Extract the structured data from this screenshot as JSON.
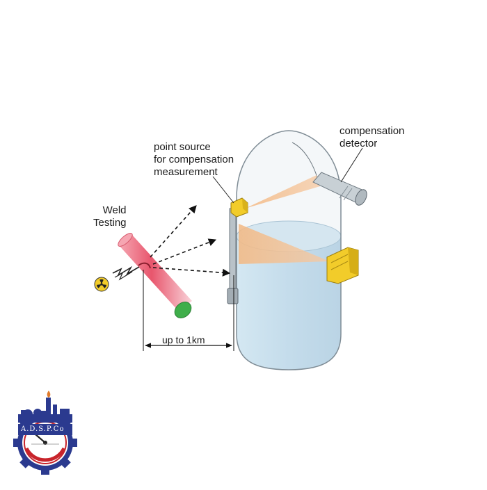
{
  "labels": {
    "weld_testing": [
      "Weld",
      "Testing"
    ],
    "point_source": [
      "point source",
      "for compensation",
      "measurement"
    ],
    "compensation_detector": [
      "compensation",
      "detector"
    ],
    "distance": "up to 1km"
  },
  "logo": {
    "text": "A.D.S.P.Co"
  },
  "colors": {
    "liquid": "#c9e1ee",
    "beam": "#f0b98b",
    "detector_yellow": "#f2cc2a",
    "pipe_red": "#ef7b8c",
    "pipe_end_green": "#3fae4a",
    "logo_blue": "#2b3a8f",
    "logo_red": "#c8242b"
  }
}
